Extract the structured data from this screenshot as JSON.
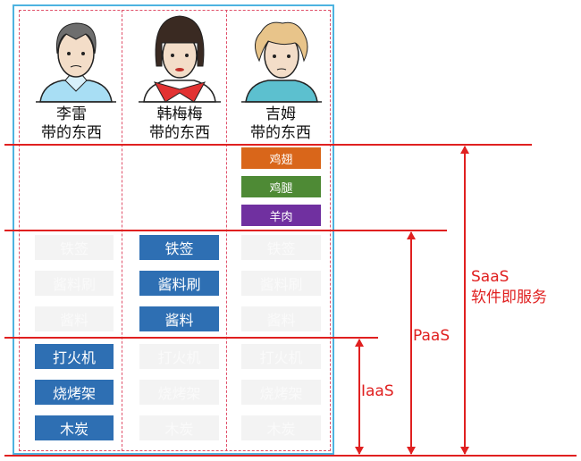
{
  "people": [
    {
      "name": "李雷",
      "caption": "带的东西"
    },
    {
      "name": "韩梅梅",
      "caption": "带的东西"
    },
    {
      "name": "吉姆",
      "caption": "带的东西"
    }
  ],
  "saas_items": [
    {
      "label": "鸡翅",
      "color": "#d9661a"
    },
    {
      "label": "鸡腿",
      "color": "#4e8a35"
    },
    {
      "label": "羊肉",
      "color": "#7030a0"
    }
  ],
  "paas_items": [
    "铁签",
    "酱料刷",
    "酱料"
  ],
  "iaas_items": [
    "打火机",
    "烧烤架",
    "木炭"
  ],
  "layers": {
    "iaas": "IaaS",
    "paas": "PaaS",
    "saas": "SaaS",
    "saas_sub": "软件即服务"
  }
}
